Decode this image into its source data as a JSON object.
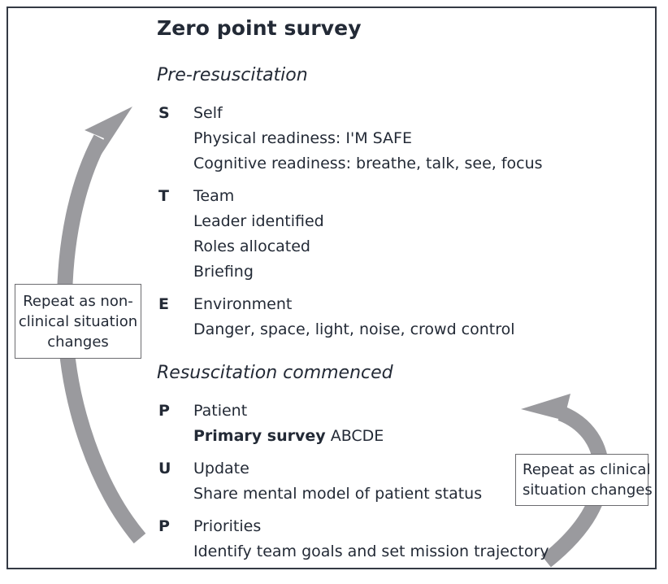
{
  "figure": {
    "title": "Zero point survey",
    "border_color": "#343a44",
    "text_color": "#232a36",
    "arrow_color": "#9a9a9e"
  },
  "phases": {
    "pre": "Pre-resuscitation",
    "resus": "Resuscitation commenced"
  },
  "blocks": [
    {
      "letter": "S",
      "head": "Self",
      "lines": [
        "Physical readiness: I'M SAFE",
        "Cognitive readiness: breathe, talk, see, focus"
      ]
    },
    {
      "letter": "T",
      "head": "Team",
      "lines": [
        "Leader identified",
        "Roles allocated",
        "Briefing"
      ]
    },
    {
      "letter": "E",
      "head": "Environment",
      "lines": [
        "Danger, space, light, noise, crowd control"
      ]
    },
    {
      "letter": "P",
      "head": "Patient",
      "lines_bold_lead": "Primary survey",
      "lines_bold_rest": " ABCDE"
    },
    {
      "letter": "U",
      "head": "Update",
      "lines": [
        "Share mental model of patient status"
      ]
    },
    {
      "letter": "P",
      "head": "Priorities",
      "lines": [
        "Identify team goals and set mission trajectory"
      ]
    }
  ],
  "callouts": {
    "left": {
      "line1": "Repeat as non-",
      "line2": "clinical situation",
      "line3": "changes"
    },
    "right": {
      "line1": "Repeat as clinical",
      "line2": "situation changes"
    }
  }
}
